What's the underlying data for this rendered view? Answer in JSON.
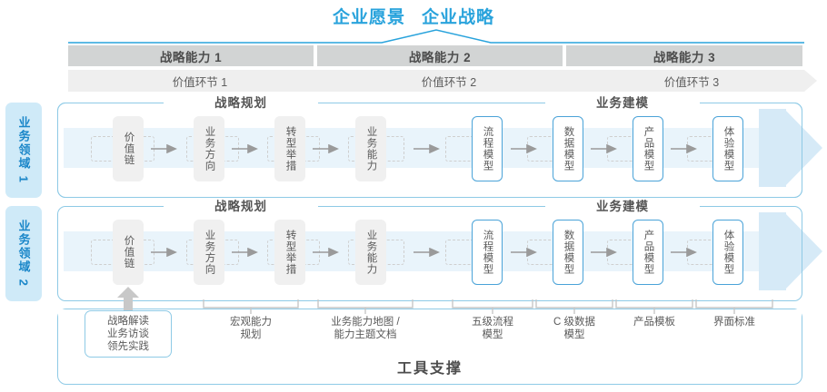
{
  "header": {
    "vision": "企业愿景",
    "strategy": "企业战略"
  },
  "capabilities": [
    {
      "label": "战略能力 1"
    },
    {
      "label": "战略能力 2"
    },
    {
      "label": "战略能力 3"
    }
  ],
  "value_chain": [
    {
      "label": "价值环节 1"
    },
    {
      "label": "价值环节 2"
    },
    {
      "label": "价值环节 3"
    }
  ],
  "domains": [
    {
      "label": "业务领域 1"
    },
    {
      "label": "业务领域 2"
    }
  ],
  "sections": {
    "planning": "战略规划",
    "modeling": "业务建模"
  },
  "nodes": {
    "planning": [
      {
        "label": "价值链",
        "style": "grey"
      },
      {
        "label": "业务方向",
        "style": "grey"
      },
      {
        "label": "转型举措",
        "style": "grey"
      },
      {
        "label": "业务能力",
        "style": "grey"
      }
    ],
    "modeling": [
      {
        "label": "流程模型",
        "style": "blue"
      },
      {
        "label": "数据模型",
        "style": "blue"
      },
      {
        "label": "产品模型",
        "style": "blue"
      },
      {
        "label": "体验模型",
        "style": "blue"
      }
    ]
  },
  "tools": {
    "title": "工具支撑",
    "items": [
      {
        "line1": "战略解读",
        "line2": "业务访谈",
        "line3": "领先实践"
      },
      {
        "line1": "宏观能力",
        "line2": "规划"
      },
      {
        "line1": "业务能力地图 /",
        "line2": "能力主题文档"
      },
      {
        "line1": "五级流程",
        "line2": "模型"
      },
      {
        "line1": "C 级数据",
        "line2": "模型"
      },
      {
        "line1": "产品模板"
      },
      {
        "line1": "界面标准"
      }
    ]
  },
  "colors": {
    "accent_blue": "#29a3dc",
    "border_blue": "#8ecae6",
    "node_blue": "#4aa3d8",
    "bar_grey": "#d2d4d4",
    "chevron_grey": "#efefef",
    "band_blue": "#e9f4fb",
    "arrow_blue": "#d6eaf7"
  }
}
